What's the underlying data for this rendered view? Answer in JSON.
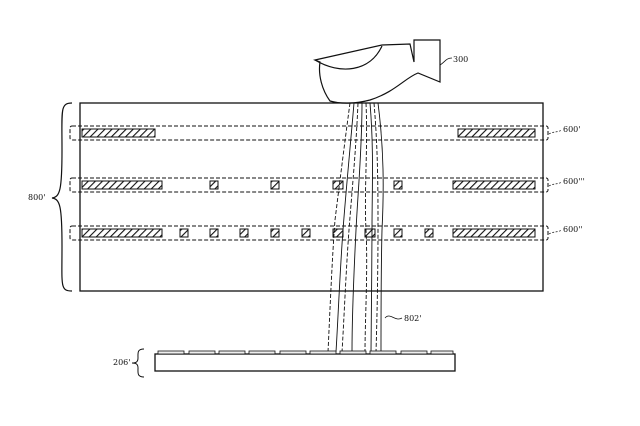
{
  "labels": {
    "finger": "300",
    "stack": "800'",
    "layer_top": "600'",
    "layer_mid": "600'''",
    "layer_bottom": "600''",
    "light_paths": "802'",
    "substrate": "206'"
  },
  "colors": {
    "line": "#111111",
    "background": "#ffffff"
  }
}
